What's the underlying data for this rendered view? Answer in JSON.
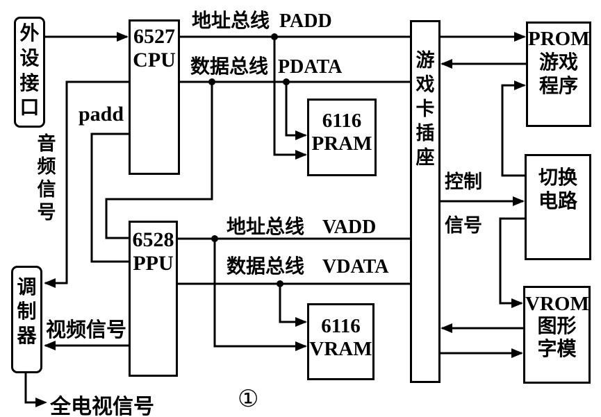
{
  "figure_number": "①",
  "colors": {
    "ink": "#000000",
    "paper": "#ffffff"
  },
  "blocks": {
    "peripheral_interface": {
      "label": "外设接口"
    },
    "cpu": {
      "lines": [
        "6527",
        "CPU"
      ]
    },
    "pram": {
      "lines": [
        "6116",
        "PRAM"
      ]
    },
    "cartridge_socket": {
      "label": "游戏卡插座"
    },
    "prom": {
      "lines": [
        "PROM",
        "游戏",
        "程序"
      ]
    },
    "switch_circuit": {
      "lines": [
        "切换",
        "电路"
      ]
    },
    "vrom": {
      "lines": [
        "VROM",
        "图形",
        "字模"
      ]
    },
    "ppu": {
      "lines": [
        "6528",
        "PPU"
      ]
    },
    "vram": {
      "lines": [
        "6116",
        "VRAM"
      ]
    },
    "modulator": {
      "label": "调制器"
    }
  },
  "bus_labels": {
    "padd": {
      "cjk": "地址总线",
      "latin": "PADD"
    },
    "pdata": {
      "cjk": "数据总线",
      "latin": "PDATA"
    },
    "vadd": {
      "cjk": "地址总线",
      "latin": "VADD"
    },
    "vdata": {
      "cjk": "数据总线",
      "latin": "VDATA"
    }
  },
  "signal_labels": {
    "cpu_ppu_bus": "padd",
    "audio": "音频信号",
    "video": "视频信号",
    "tv_output": "全电视信号",
    "control": [
      "控制",
      "信号"
    ]
  }
}
